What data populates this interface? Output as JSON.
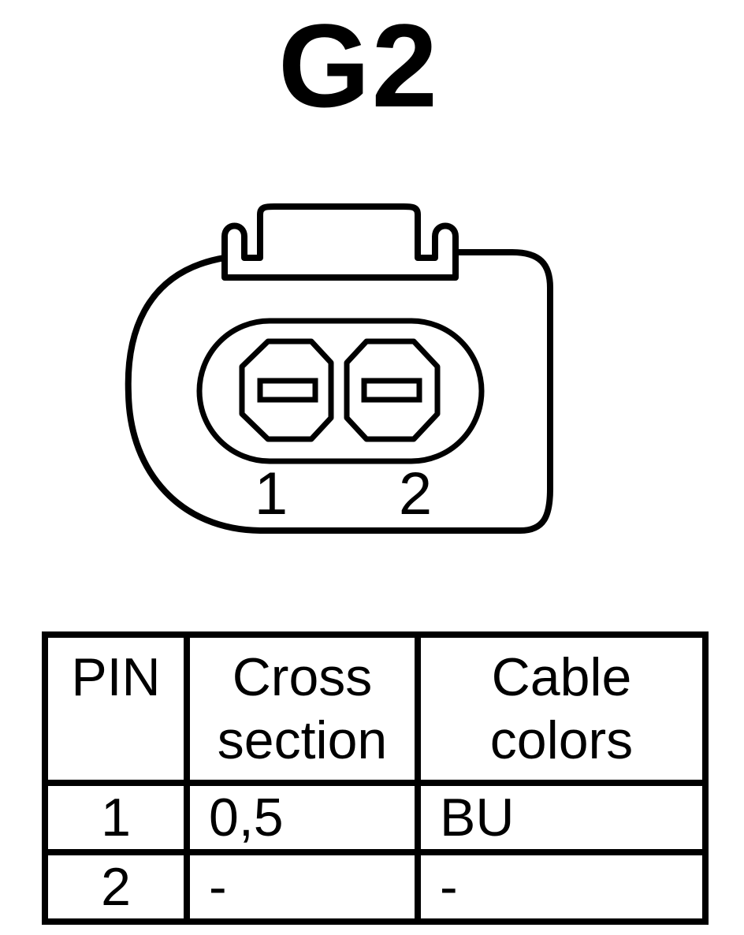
{
  "title": "G2",
  "connector": {
    "pin_labels": [
      "1",
      "2"
    ]
  },
  "table": {
    "headers": {
      "pin": "PIN",
      "cross_section_line1": "Cross",
      "cross_section_line2": "section",
      "cable_colors_line1": "Cable",
      "cable_colors_line2": "colors"
    },
    "rows": [
      {
        "pin": "1",
        "cross_section": "0,5",
        "cable_color": "BU"
      },
      {
        "pin": "2",
        "cross_section": "-",
        "cable_color": "-"
      }
    ]
  }
}
